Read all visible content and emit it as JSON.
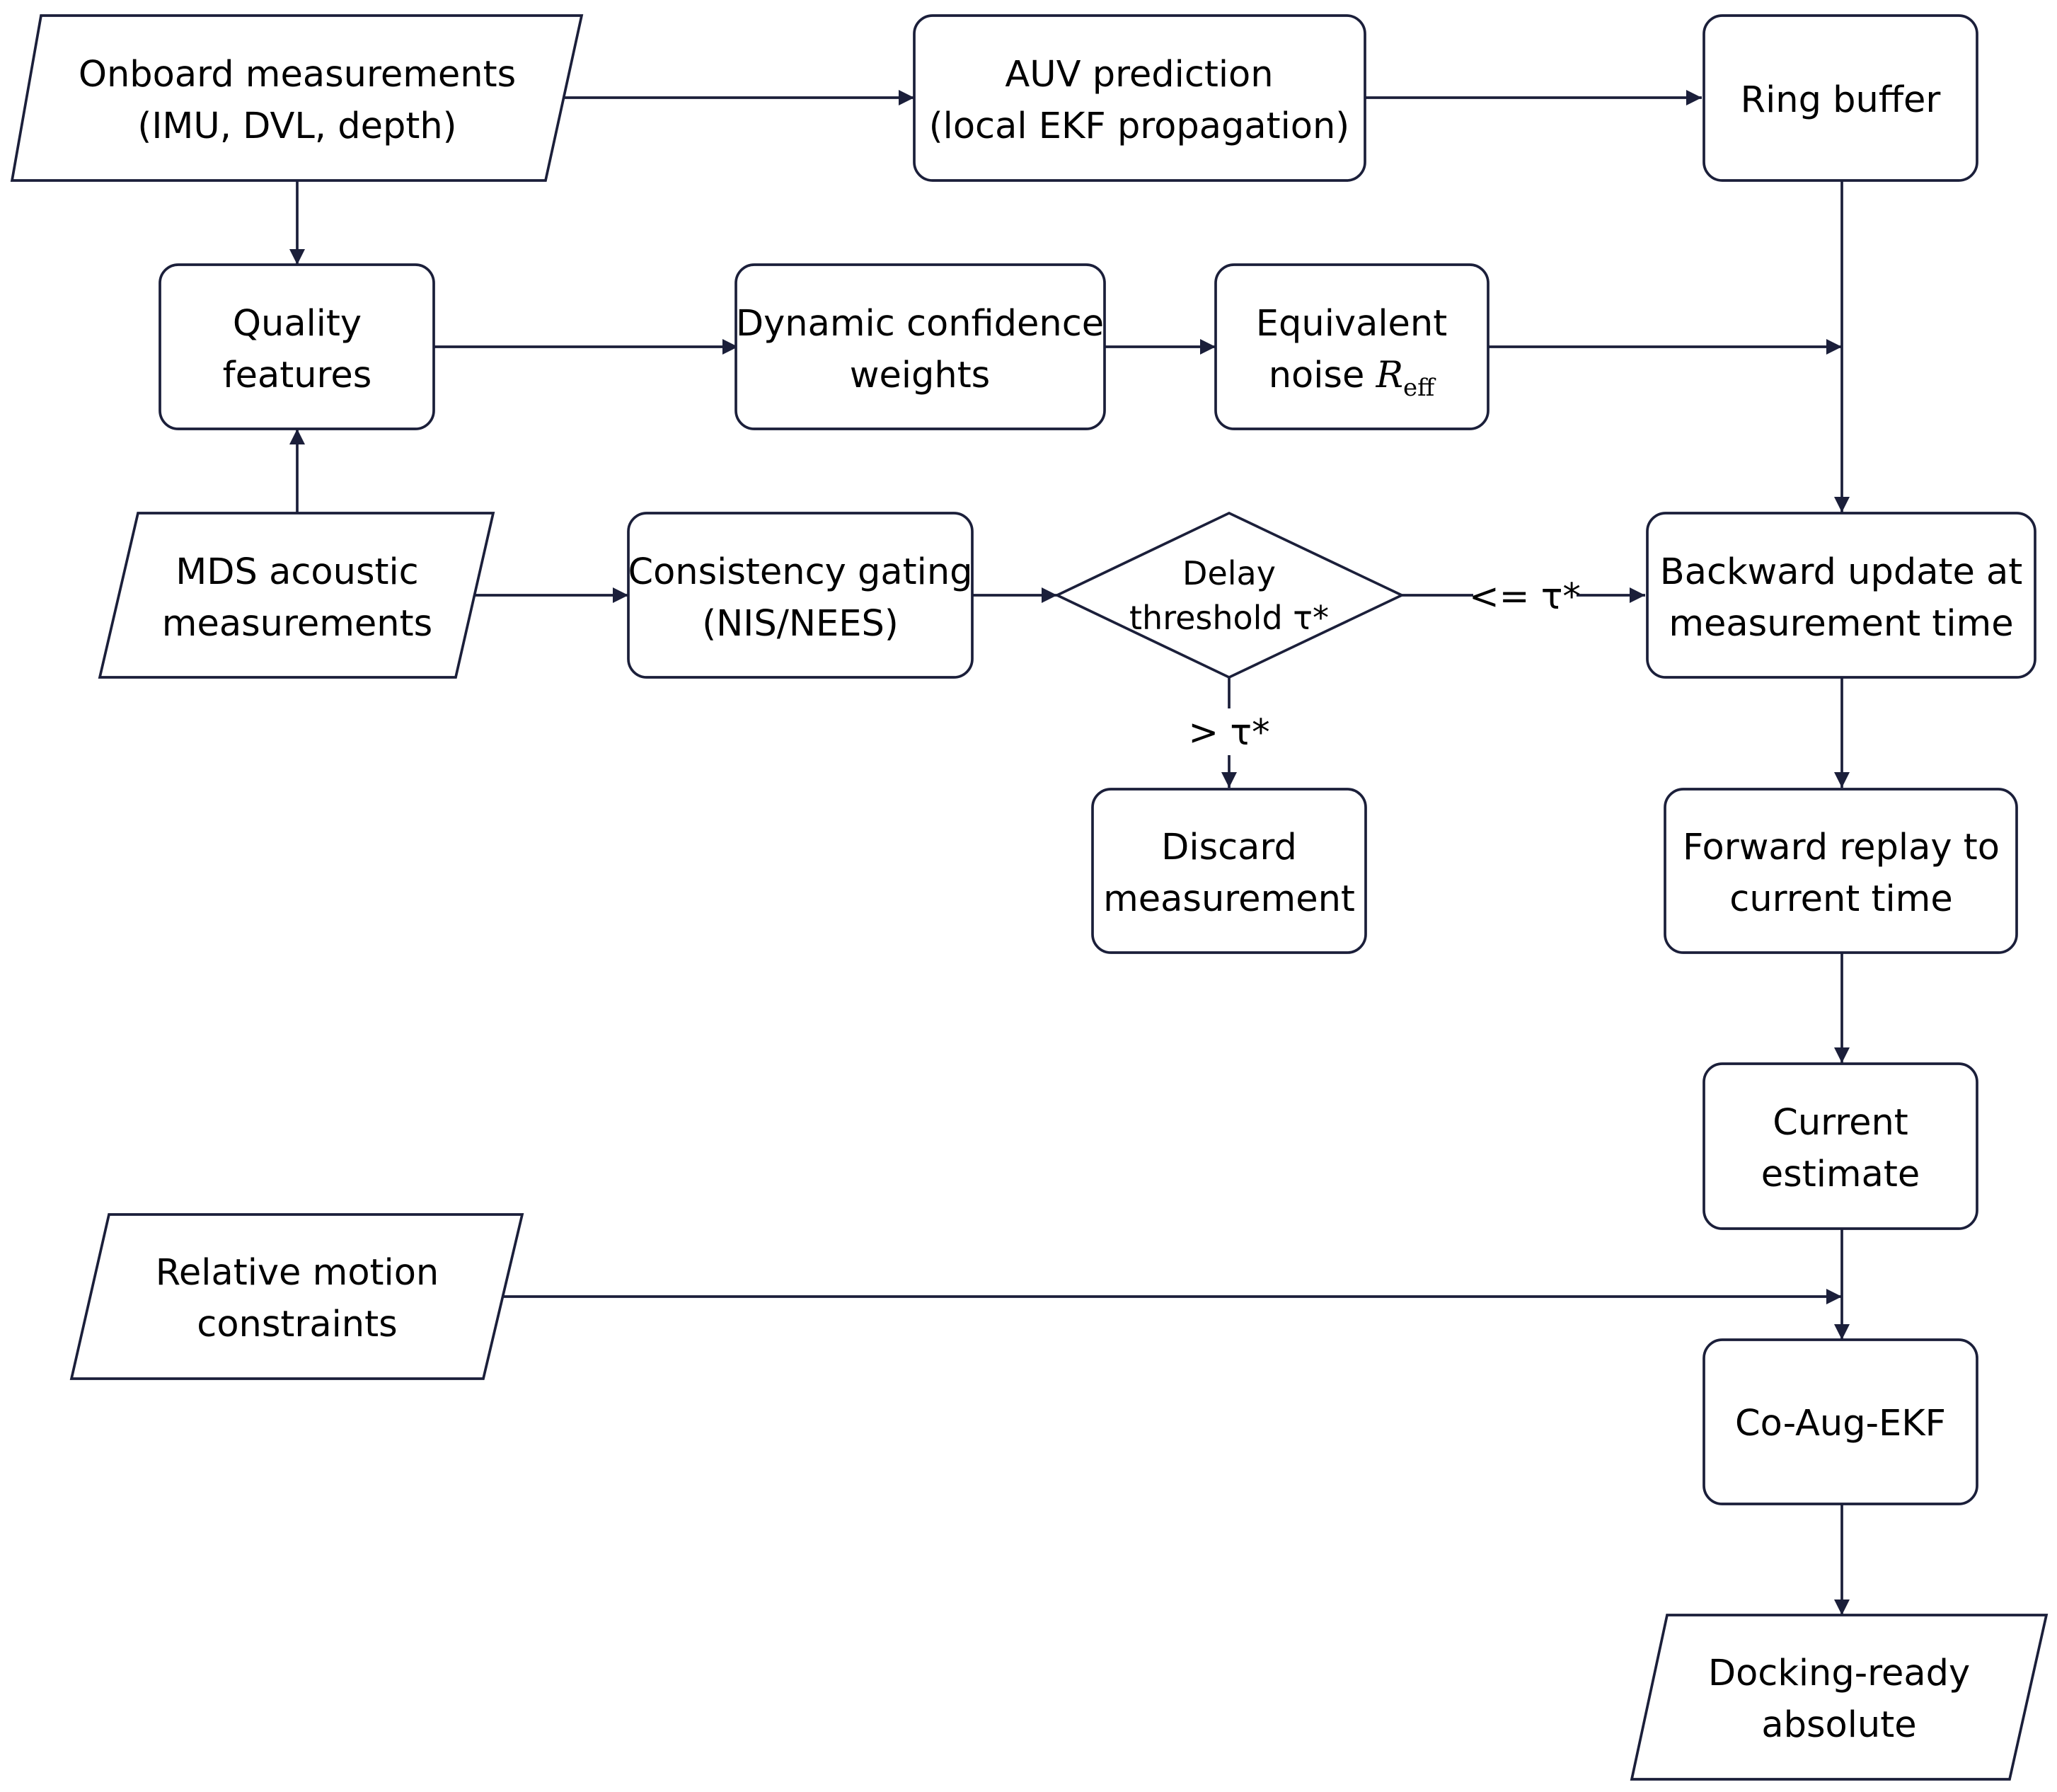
{
  "nodes": {
    "onboard": {
      "line1": "Onboard measurements",
      "line2": "(IMU, DVL, depth)"
    },
    "auv_prediction": {
      "line1": "AUV prediction",
      "line2": "(local EKF propagation)"
    },
    "ring_buffer": {
      "line1": "Ring buffer"
    },
    "quality_features": {
      "line1": "Quality",
      "line2": "features"
    },
    "dynamic_weights": {
      "line1": "Dynamic confidence",
      "line2": "weights"
    },
    "equivalent_noise": {
      "line1": "Equivalent",
      "line2": "noise ",
      "symbol": "R",
      "subscript": "eff"
    },
    "mds_acoustic": {
      "line1": "MDS acoustic",
      "line2": "measurements"
    },
    "consistency_gating": {
      "line1": "Consistency gating",
      "line2": "(NIS/NEES)"
    },
    "delay_threshold": {
      "line1": "Delay",
      "line2": "threshold τ*"
    },
    "backward_update": {
      "line1": "Backward update at",
      "line2": "measurement time"
    },
    "discard": {
      "line1": "Discard",
      "line2": "measurement"
    },
    "forward_replay": {
      "line1": "Forward replay to",
      "line2": "current time"
    },
    "current_estimate": {
      "line1": "Current",
      "line2": "estimate"
    },
    "relative_motion": {
      "line1": "Relative motion",
      "line2": "constraints"
    },
    "co_aug_ekf": {
      "line1": "Co-Aug-EKF"
    },
    "docking_ready": {
      "line1": "Docking-ready",
      "line2": "absolute"
    }
  },
  "edge_labels": {
    "accept": "<= τ*",
    "reject": "> τ*"
  },
  "colors": {
    "stroke": "#1b1f3a",
    "fill": "#ffffff",
    "text": "#000000"
  }
}
